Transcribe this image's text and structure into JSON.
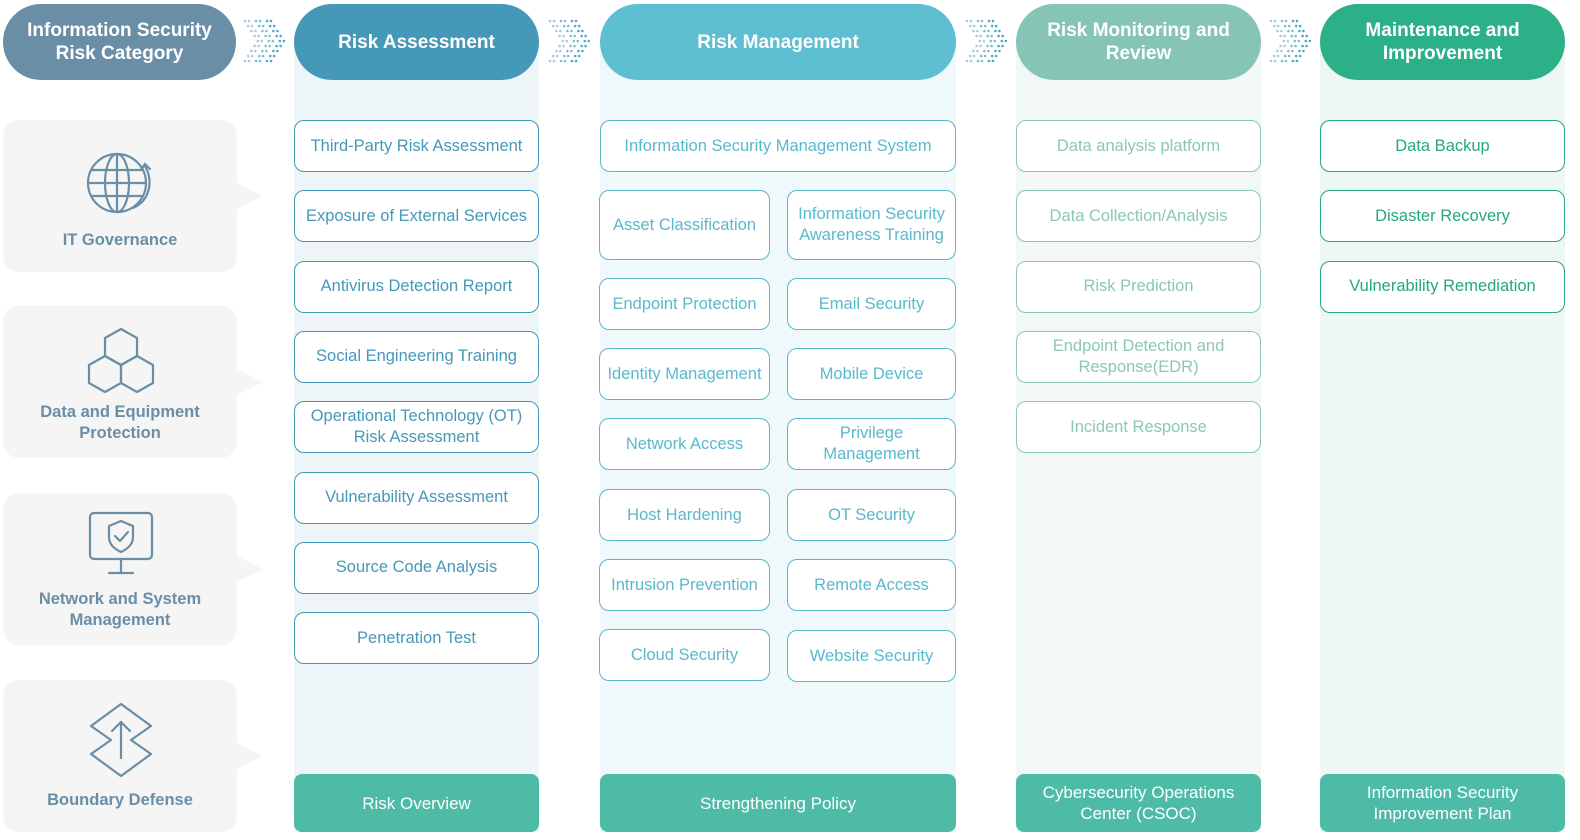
{
  "colors": {
    "header_category": "#6a8ea6",
    "header_assessment": "#4698b8",
    "header_management": "#5dbfd1",
    "header_monitoring": "#86c4b6",
    "header_maintenance": "#2bb087",
    "text_assessment": "#4698b8",
    "text_management": "#5ab8cc",
    "text_monitoring": "#8cc6b8",
    "text_maintenance": "#26a878",
    "footer": "#4dbba6",
    "category_text": "#6a8ea6"
  },
  "headers": {
    "category": "Information Security Risk Category",
    "assessment": "Risk Assessment",
    "management": "Risk Management",
    "monitoring": "Risk Monitoring and Review",
    "maintenance": "Maintenance and Improvement"
  },
  "categories": [
    {
      "label": "IT Governance",
      "icon": "globe-icon"
    },
    {
      "label": "Data and Equipment Protection",
      "icon": "hexagon-cluster-icon"
    },
    {
      "label": "Network and System Management",
      "icon": "monitor-shield-icon"
    },
    {
      "label": "Boundary Defense",
      "icon": "boundary-arrow-icon"
    }
  ],
  "assessment_items": [
    "Third-Party Risk Assessment",
    "Exposure of External Services",
    "Antivirus Detection Report",
    "Social Engineering Training",
    "Operational Technology (OT) Risk Assessment",
    "Vulnerability Assessment",
    "Source Code Analysis",
    "Penetration Test"
  ],
  "management_top": "Information Security Management System",
  "management_left": [
    "Asset Classification",
    "Endpoint Protection",
    "Identity Management",
    "Network Access",
    "Host Hardening",
    "Intrusion Prevention",
    "Cloud Security"
  ],
  "management_right": [
    "Information Security Awareness Training",
    "Email Security",
    "Mobile Device",
    "Privilege Management",
    "OT Security",
    "Remote Access",
    "Website Security"
  ],
  "monitoring_items": [
    "Data analysis platform",
    "Data Collection/Analysis",
    "Risk Prediction",
    "Endpoint Detection and Response(EDR)",
    "Incident Response"
  ],
  "maintenance_items": [
    "Data Backup",
    "Disaster Recovery",
    "Vulnerability Remediation"
  ],
  "footers": {
    "assessment": "Risk Overview",
    "management": "Strengthening Policy",
    "monitoring": "Cybersecurity Operations Center (CSOC)",
    "maintenance": "Information Security Improvement Plan"
  }
}
